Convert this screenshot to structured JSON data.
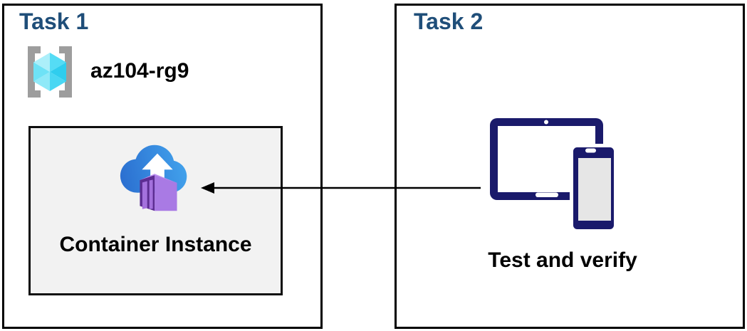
{
  "diagram": {
    "task1": {
      "title": "Task 1",
      "resource_group": {
        "icon": "resource-group-icon",
        "label": "az104-rg9"
      },
      "container_box": {
        "icon": "container-instance-icon",
        "label": "Container Instance",
        "background": "#f2f2f2"
      }
    },
    "task2": {
      "title": "Task 2",
      "devices": {
        "icon": "tablet-phone-icon",
        "label": "Test and verify"
      }
    },
    "connector": {
      "type": "arrow",
      "direction": "right-to-left",
      "from": "tablet-phone-icon",
      "to": "container-instance-icon",
      "color": "#000000"
    },
    "colors": {
      "heading": "#1f4e79",
      "panel_border": "#000000",
      "inner_box_background": "#f2f2f2",
      "device_navy": "#1a1a6b",
      "cloud_blue": "#2b6fd0",
      "container_purple": "#5c2d92",
      "cube_cyan": "#49d7f3",
      "bracket_gray": "#9d9d9d"
    }
  }
}
